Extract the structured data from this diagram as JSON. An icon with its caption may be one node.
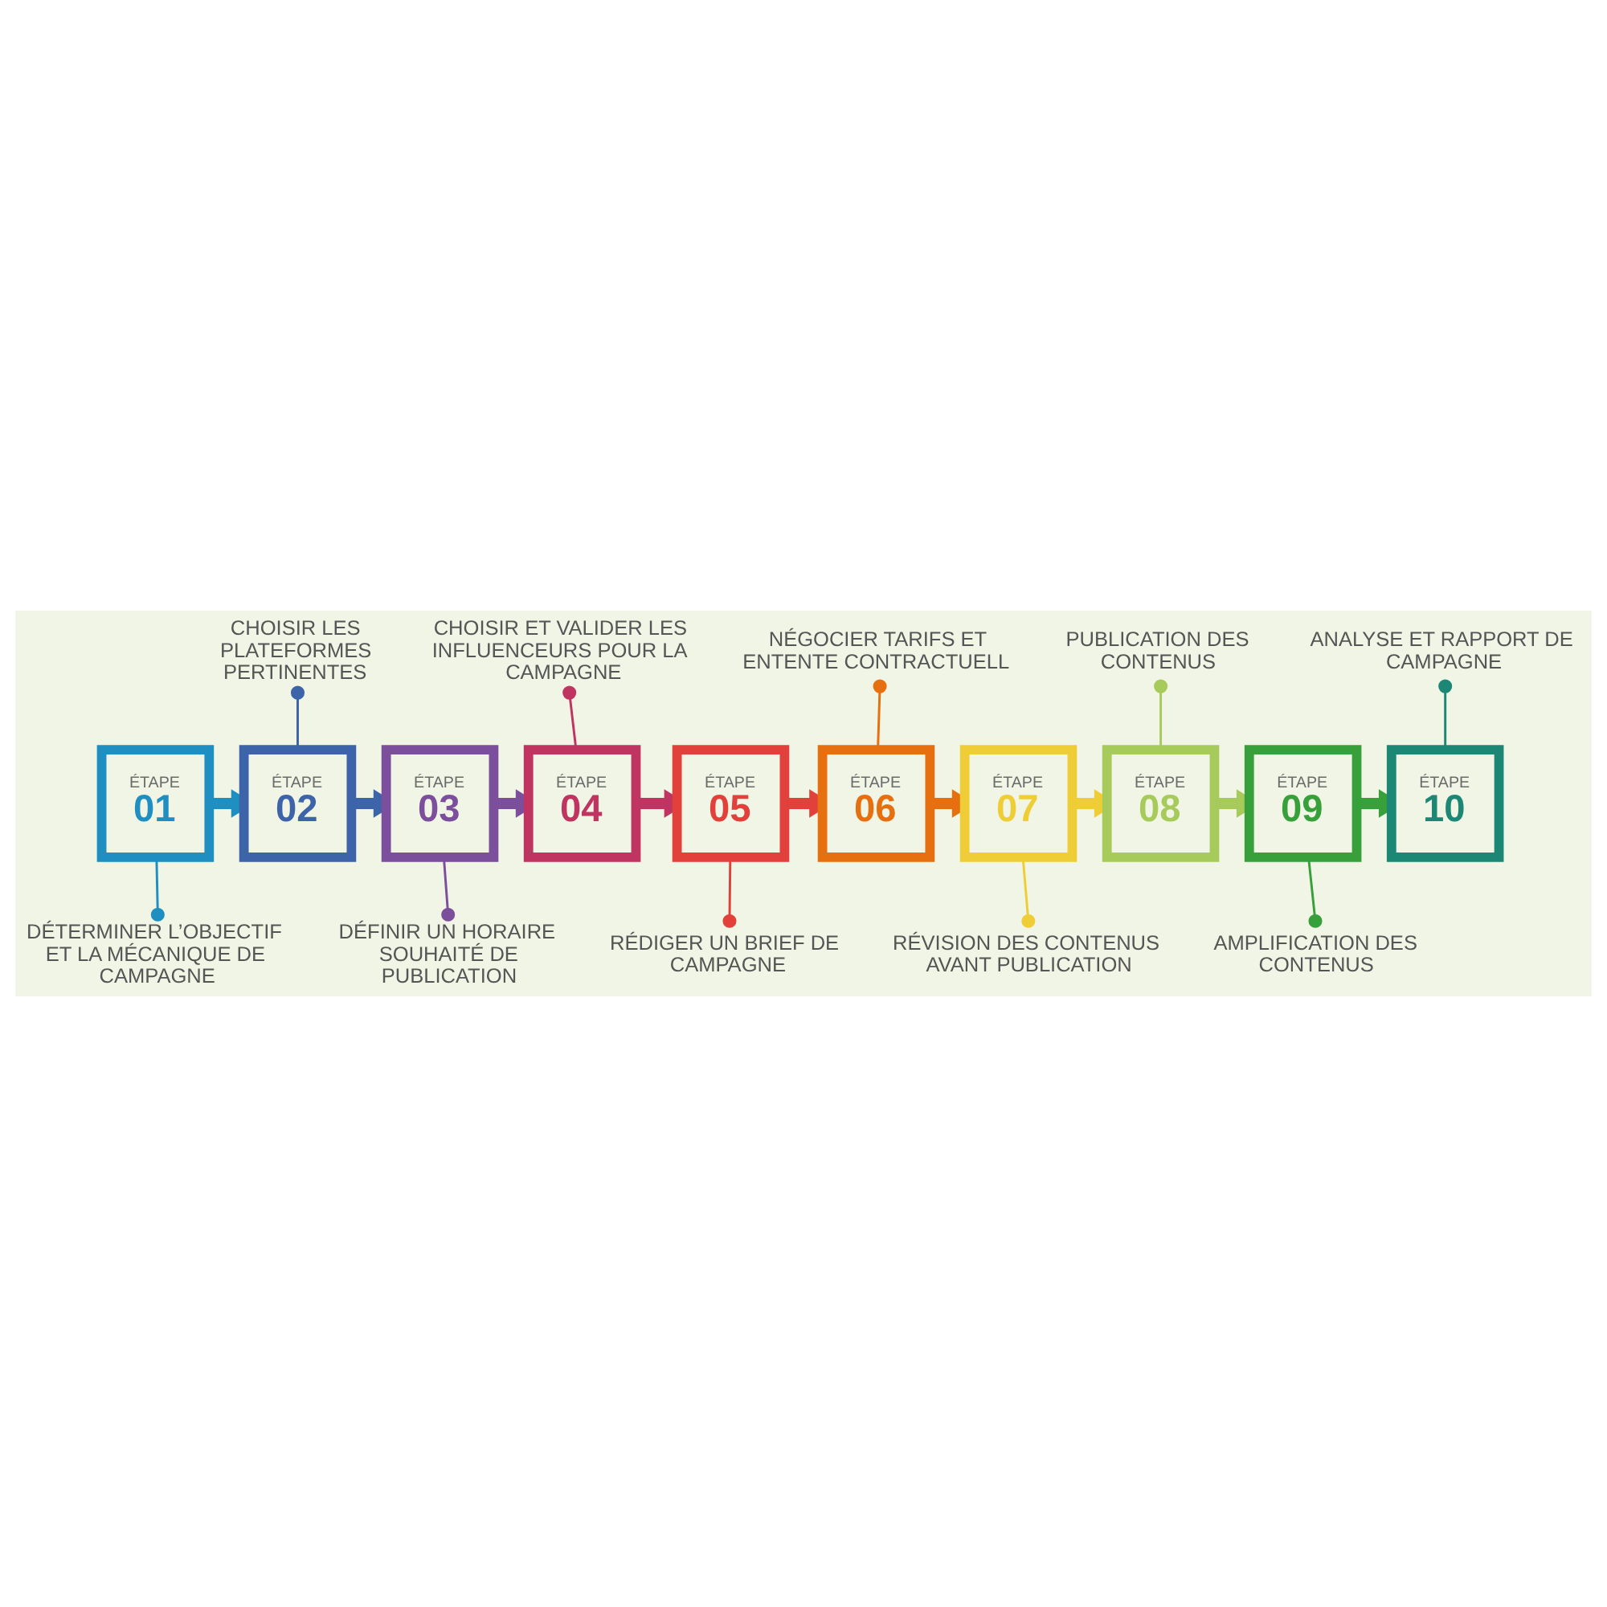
{
  "diagram": {
    "nodes": [
      {
        "text": [
          "ÉTAPE",
          "01"
        ]
      },
      {
        "text": [
          "ÉTAPE",
          "02"
        ]
      },
      {
        "text": [
          "ÉTAPE",
          "03"
        ]
      },
      {
        "text": [
          "ÉTAPE",
          "04"
        ]
      },
      {
        "text": [
          "ÉTAPE",
          "05"
        ]
      },
      {
        "text": [
          "ÉTAPE",
          "06"
        ]
      },
      {
        "text": [
          "ÉTAPE",
          "07"
        ]
      },
      {
        "text": [
          "ÉTAPE",
          "08"
        ]
      },
      {
        "text": [
          "ÉTAPE",
          "09"
        ]
      },
      {
        "text": [
          "ÉTAPE",
          "10"
        ]
      },
      {
        "text": [
          "DÉTERMINER L’OBJECTIF ET LA MÉCANIQUE DE CAMPAGNE"
        ]
      },
      {
        "text": [
          "CHOISIR LES PLATEFORMES PERTINENTES"
        ]
      },
      {
        "text": [
          "DÉFINIR UN HORAIRE SOUHAITÉ DE PUBLICATION"
        ]
      },
      {
        "text": [
          "CHOISIR ET VALIDER LES INFLUENCEURS POUR LA CAMPAGNE"
        ]
      },
      {
        "text": [
          "RÉDIGER UN BRIEF DE CAMPAGNE"
        ]
      },
      {
        "text": [
          "NÉGOCIER TARIFS ET ENTENTE CONTRACTUELL"
        ]
      },
      {
        "text": [
          "RÉVISION DES CONTENUS AVANT PUBLICATION"
        ]
      },
      {
        "text": [
          "PUBLICATION DES CONTENUS"
        ]
      },
      {
        "text": [
          "AMPLIFICATION DES CONTENUS"
        ]
      },
      {
        "text": [
          "ANALYSE ET RAPPORT DE CAMPAGNE"
        ]
      }
    ],
    "edges": [
      {
        "from": 0,
        "to": 1,
        "arrow": "to",
        "style": "thick",
        "color": "#1e8fc0"
      },
      {
        "from": 1,
        "to": 2,
        "arrow": "to",
        "style": "thick",
        "color": "#3d64a8"
      },
      {
        "from": 2,
        "to": 3,
        "arrow": "to",
        "style": "thick",
        "color": "#7c4f9c"
      },
      {
        "from": 3,
        "to": 4,
        "arrow": "to",
        "style": "thick",
        "color": "#bf3460"
      },
      {
        "from": 4,
        "to": 5,
        "arrow": "to",
        "style": "thick",
        "color": "#e2413b"
      },
      {
        "from": 5,
        "to": 6,
        "arrow": "to",
        "style": "thick",
        "color": "#e6700f"
      },
      {
        "from": 6,
        "to": 7,
        "arrow": "to",
        "style": "thick",
        "color": "#efcd36"
      },
      {
        "from": 7,
        "to": 8,
        "arrow": "to",
        "style": "thick",
        "color": "#a6cb5a"
      },
      {
        "from": 8,
        "to": 9,
        "arrow": "to",
        "style": "thick",
        "color": "#37a03a"
      },
      {
        "from": 10,
        "to": 0,
        "arrow": "other",
        "color": "#1e8fc0"
      },
      {
        "from": 11,
        "to": 1,
        "arrow": "other",
        "color": "#3d64a8"
      },
      {
        "from": 12,
        "to": 2,
        "arrow": "other",
        "color": "#7c4f9c"
      },
      {
        "from": 13,
        "to": 3,
        "arrow": "other",
        "color": "#bf3460"
      },
      {
        "from": 14,
        "to": 4,
        "arrow": "other",
        "color": "#e2413b"
      },
      {
        "from": 15,
        "to": 5,
        "arrow": "other",
        "color": "#e6700f"
      },
      {
        "from": 16,
        "to": 6,
        "arrow": "other",
        "color": "#efcd36"
      },
      {
        "from": 17,
        "to": 7,
        "arrow": "other",
        "color": "#a6cb5a"
      },
      {
        "from": 18,
        "to": 8,
        "arrow": "other",
        "color": "#37a03a"
      },
      {
        "from": 19,
        "to": 9,
        "arrow": "other",
        "color": "#1d8776"
      }
    ]
  }
}
